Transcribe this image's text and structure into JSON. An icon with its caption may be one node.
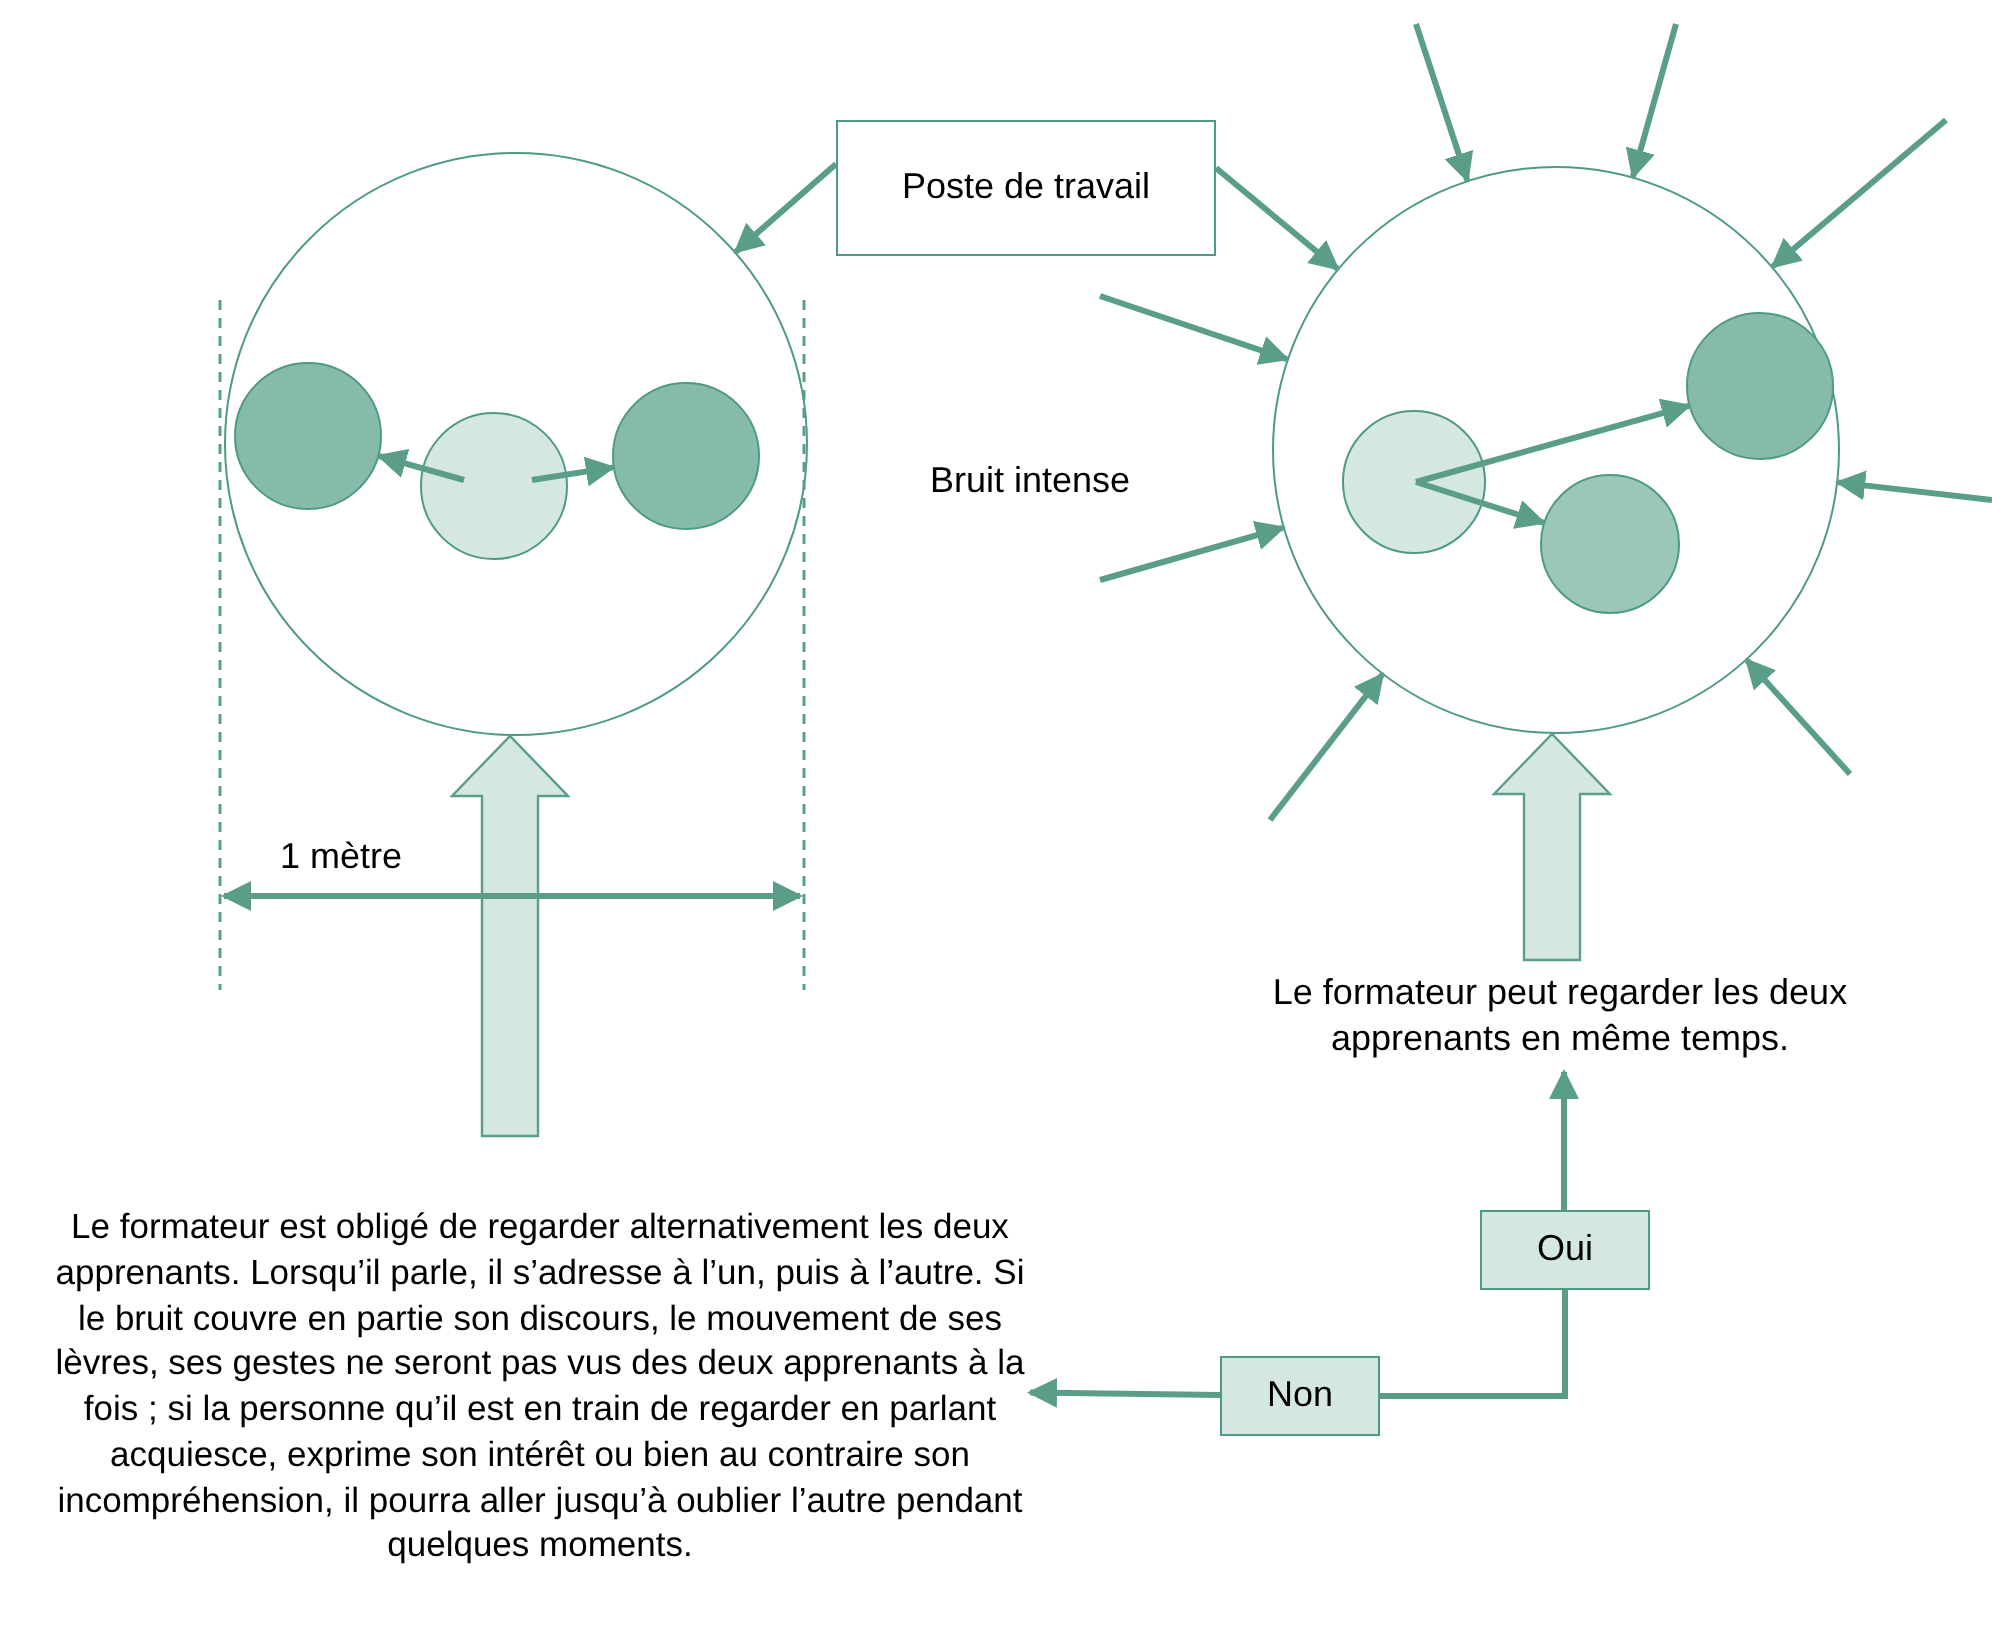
{
  "diagram": {
    "nodes": [
      {
        "text": [],
        "shape": "circle"
      },
      {
        "text": [],
        "shape": "circle",
        "in": 0
      },
      {
        "text": [],
        "shape": "circle",
        "in": 0
      },
      {
        "text": [],
        "shape": "circle",
        "in": 0
      },
      {
        "text": [
          "Poste de travail"
        ]
      },
      {
        "text": [],
        "shape": "circle"
      },
      {
        "text": [],
        "shape": "circle",
        "in": 5
      },
      {
        "text": [],
        "shape": "circle",
        "in": 5
      },
      {
        "text": [],
        "shape": "circle",
        "in": 5
      },
      {
        "text": [
          "Le formateur peut regarder les deux apprenants en même temps."
        ]
      },
      {
        "text": [
          "Oui"
        ]
      },
      {
        "text": [
          "Non"
        ]
      },
      {
        "text": [
          "Le formateur est obligé de regarder alternativement les deux apprenants. Lorsqu’il parle, il s’adresse à l’un, puis à l’autre. Si le bruit couvre en partie son discours, le mouvement de ses lèvres, ses gestes ne seront pas vus des deux apprenants à la fois ; si la personne qu’il est en train de regarder en parlant acquiesce, exprime son intérêt ou bien au contraire son incompréhension, il pourra aller jusqu’à oublier l’autre pendant quelques moments."
        ]
      }
    ],
    "edges": [
      {
        "from": 4,
        "to": 0,
        "arrow": "to"
      },
      {
        "from": 4,
        "to": 5,
        "arrow": "to"
      },
      {
        "from": 2,
        "to": 1,
        "arrow": "to"
      },
      {
        "from": 2,
        "to": 3,
        "arrow": "to"
      },
      {
        "from": 6,
        "to": 8,
        "arrow": "to"
      },
      {
        "from": 6,
        "to": 7,
        "arrow": "to"
      },
      {
        "from": null,
        "to": 5,
        "arrow": "to"
      },
      {
        "from": null,
        "to": 5,
        "arrow": "to"
      },
      {
        "from": null,
        "to": 5,
        "arrow": "to"
      },
      {
        "from": null,
        "to": 5,
        "arrow": "to"
      },
      {
        "from": null,
        "to": 5,
        "arrow": "to"
      },
      {
        "from": null,
        "to": 5,
        "arrow": "to"
      },
      {
        "from": null,
        "to": 5,
        "arrow": "to"
      },
      {
        "from": null,
        "to": 5,
        "arrow": "to"
      },
      {
        "from": 12,
        "to": 0,
        "arrow": "to",
        "style": "thick"
      },
      {
        "from": 9,
        "to": 5,
        "arrow": "to",
        "style": "thick"
      },
      {
        "from": 10,
        "to": 9,
        "arrow": "to"
      },
      {
        "from": 11,
        "to": 10,
        "arrow": "none"
      },
      {
        "from": 11,
        "to": 12,
        "arrow": "to"
      }
    ],
    "labels": [
      "Bruit intense",
      "1 mètre"
    ]
  }
}
